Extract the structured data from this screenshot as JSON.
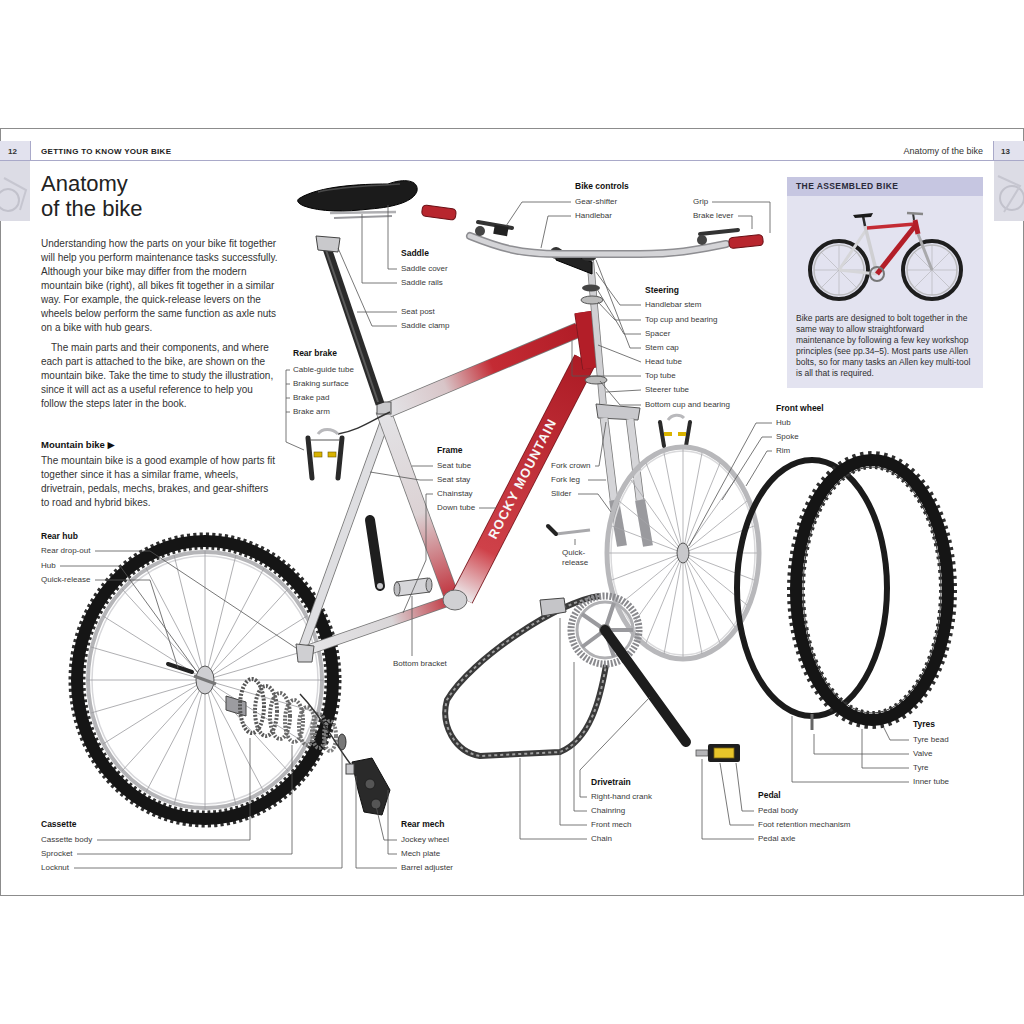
{
  "diagram": {
    "title": "Anatomy of the bike",
    "nodes": [
      {
        "text": [
          "THE ASSEMBLED BIKE",
          "Bike parts are designed to bolt together in the same way to allow straightforward maintenance by following a few key workshop principles (see pp.34–5). Most parts use Allen bolts, so for many tasks an Allen key multi-tool is all that is required."
        ]
      }
    ],
    "labels": [
      "12",
      "GETTING TO KNOW YOUR BIKE",
      "Anatomy of the bike",
      "13",
      "Understanding how the parts on your bike fit together will help you perform maintenance tasks successfully. Although your bike may differ from the modern mountain bike (right), all bikes fit together in a similar way. For example, the quick-release levers on the wheels below perform the same function as axle nuts on a bike with hub gears.",
      "The main parts and their components, and where each part is attached to the bike, are shown on the mountain bike. Take the time to study the illustration, since it will act as a useful reference to help you follow the steps later in the book.",
      "Mountain bike ▶",
      "The mountain bike is a good example of how parts fit together since it has a similar frame, wheels, drivetrain, pedals, mechs, brakes, and gear-shifters to road and hybrid bikes.",
      "Saddle",
      "Saddle cover",
      "Saddle rails",
      "Seat post",
      "Saddle clamp",
      "Bike controls",
      "Gear-shifter",
      "Handlebar",
      "Grip",
      "Brake lever",
      "Steering",
      "Handlebar stem",
      "Top cup and bearing",
      "Spacer",
      "Stem cap",
      "Head tube",
      "Top tube",
      "Steerer tube",
      "Bottom cup and bearing",
      "Rear brake",
      "Cable-guide tube",
      "Braking surface",
      "Brake pad",
      "Brake arm",
      "Frame",
      "Seat tube",
      "Seat stay",
      "Chainstay",
      "Down tube",
      "ROCKY MOUNTAIN",
      "Front wheel",
      "Hub",
      "Spoke",
      "Rim",
      "Fork crown",
      "Fork leg",
      "Slider",
      "Quick- release",
      "Rear hub",
      "Rear drop-out",
      "Hub",
      "Quick-release",
      "Bottom bracket",
      "Tyres",
      "Tyre bead",
      "Valve",
      "Tyre",
      "Inner tube",
      "Drivetrain",
      "Right-hand crank",
      "Chainring",
      "Front mech",
      "Chain",
      "Pedal",
      "Pedal body",
      "Foot retention mechanism",
      "Pedal axle",
      "Cassette",
      "Cassette body",
      "Sprocket",
      "Locknut",
      "Rear mech",
      "Jockey wheel",
      "Mech plate",
      "Barrel adjuster"
    ]
  }
}
